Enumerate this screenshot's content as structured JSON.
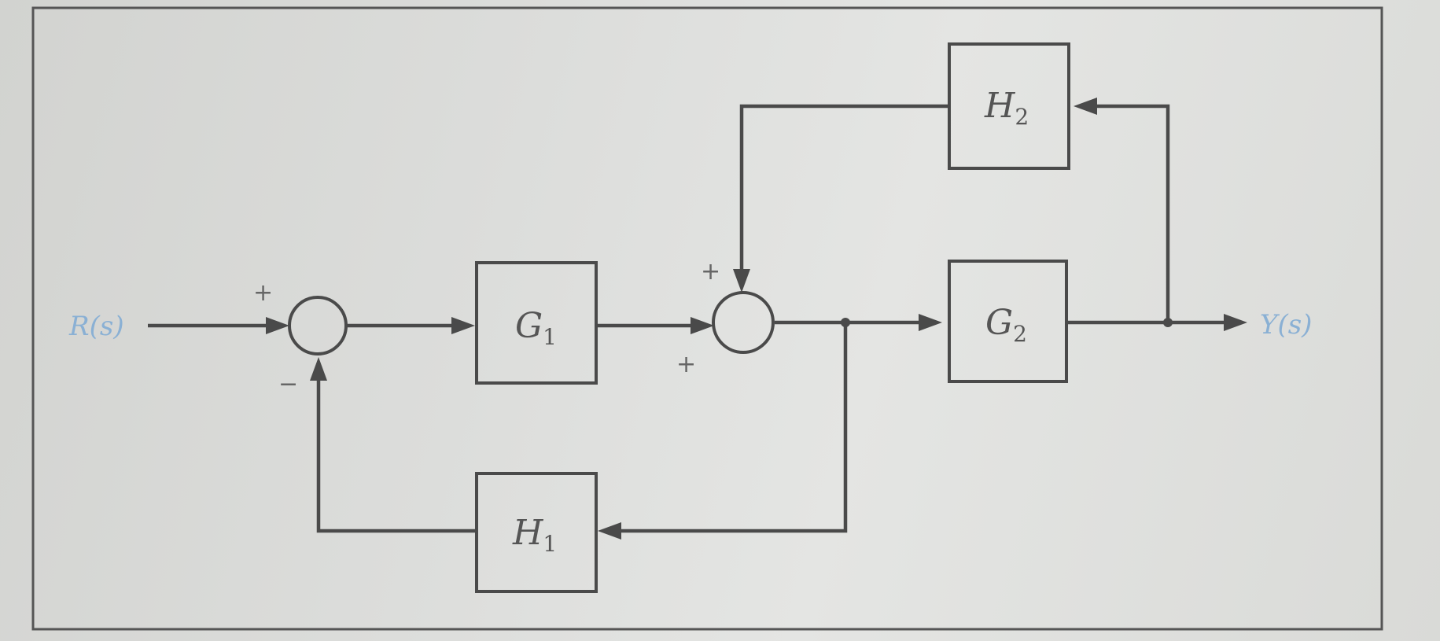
{
  "diagram": {
    "input_label": "R(s)",
    "output_label": "Y(s)",
    "blocks": {
      "g1": {
        "letter": "G",
        "subscript": "1"
      },
      "g2": {
        "letter": "G",
        "subscript": "2"
      },
      "h1": {
        "letter": "H",
        "subscript": "1"
      },
      "h2": {
        "letter": "H",
        "subscript": "2"
      }
    },
    "summer1": {
      "input_sign": "+",
      "feedback_sign": "−"
    },
    "summer2": {
      "input_sign": "+",
      "feedback_sign": "+"
    }
  }
}
